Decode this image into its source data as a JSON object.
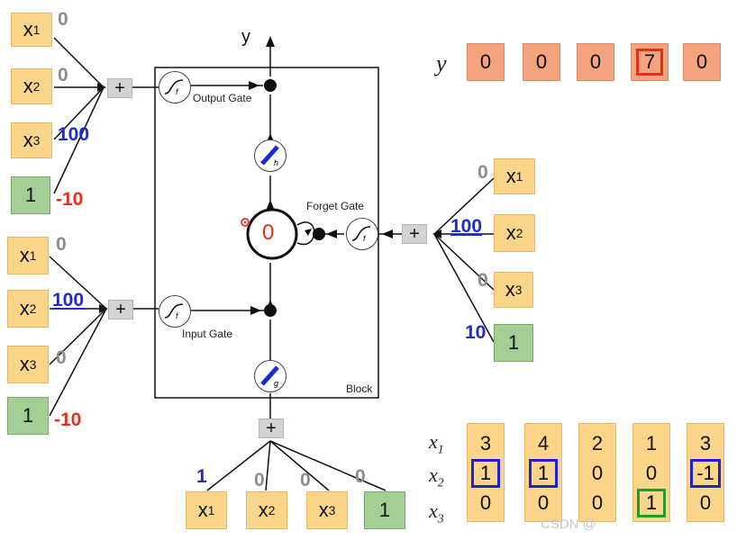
{
  "inputs": {
    "x1": "x",
    "x2": "x",
    "x3": "x",
    "bias": "1",
    "plus": "+",
    "sub1": "1",
    "sub2": "2",
    "sub3": "3"
  },
  "output_gate_weights": {
    "w1": "0",
    "w2": "0",
    "w3": "100",
    "wb": "-10"
  },
  "input_gate_weights": {
    "w1": "0",
    "w2": "100",
    "w3": "0",
    "wb": "-10"
  },
  "forget_gate_weights": {
    "w1": "0",
    "w2": "100",
    "w3": "0",
    "wb": "10"
  },
  "bottom_weights": {
    "w1": "1",
    "w2": "0",
    "w3": "0",
    "wb": "0"
  },
  "block": {
    "output_gate_label": "Output Gate",
    "input_gate_label": "Input Gate",
    "forget_gate_label": "Forget Gate",
    "block_label": "Block",
    "memory_value": "0",
    "y_arrow_label": "y",
    "gate_f": "f",
    "act_h": "h",
    "act_g": "g"
  },
  "y_row": {
    "label": "y",
    "values": [
      "0",
      "0",
      "0",
      "7",
      "0"
    ],
    "highlight_index": 3
  },
  "sequence_table": {
    "row_labels": [
      "x",
      "x",
      "x"
    ],
    "row_subs": [
      "1",
      "2",
      "3"
    ],
    "columns": [
      [
        "3",
        "1",
        "0"
      ],
      [
        "4",
        "1",
        "0"
      ],
      [
        "2",
        "0",
        "0"
      ],
      [
        "1",
        "0",
        "1"
      ],
      [
        "3",
        "-1",
        "0"
      ]
    ]
  },
  "colors": {
    "input_box": "#fad58a",
    "bias_box": "#a3cf94",
    "output_box": "#f4a37f",
    "blue_highlight": "#1c1fdc",
    "red_highlight": "#e0301f",
    "green_highlight": "#1f9a2c"
  },
  "watermark": "CSDN @"
}
